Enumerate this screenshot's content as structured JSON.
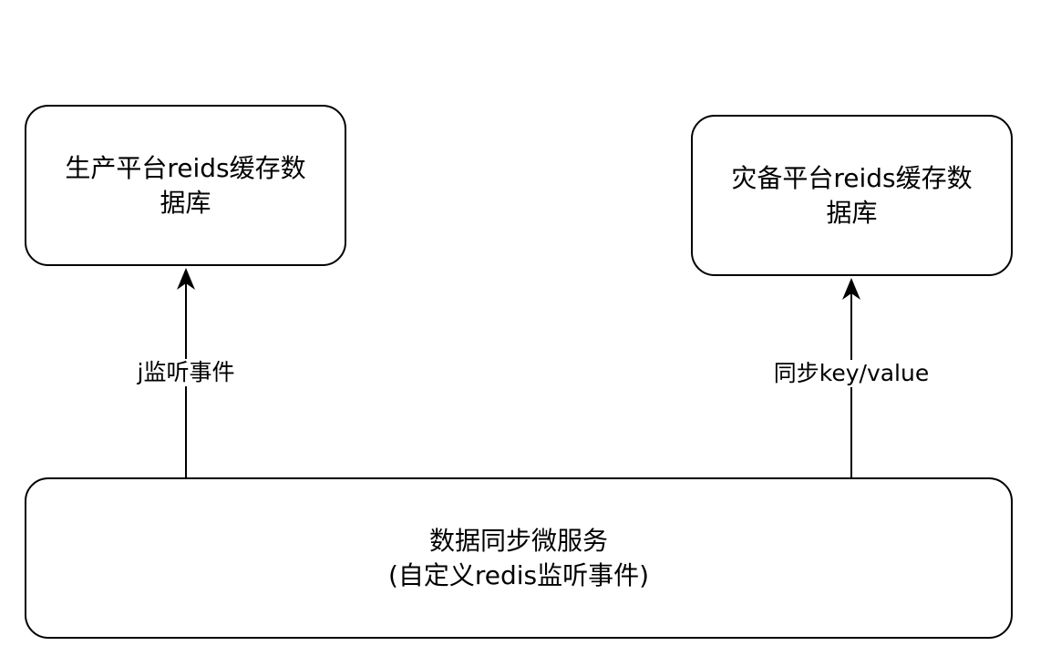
{
  "diagram": {
    "nodes": {
      "production": {
        "line1": "生产平台reids缓存数",
        "line2": "据库"
      },
      "disaster_recovery": {
        "line1": "灾备平台reids缓存数",
        "line2": "据库"
      },
      "sync_service": {
        "line1": "数据同步微服务",
        "line2": "(自定义redis监听事件)"
      }
    },
    "edges": {
      "to_production": {
        "label": "j监听事件"
      },
      "to_disaster_recovery": {
        "label": "同步key/value"
      }
    },
    "colors": {
      "stroke": "#000000",
      "background": "#ffffff"
    }
  }
}
